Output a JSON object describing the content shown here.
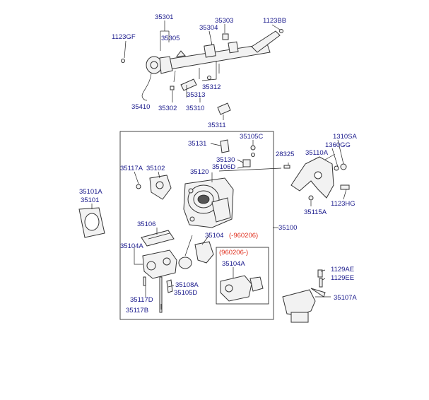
{
  "diagram": {
    "labels": {
      "p35301": "35301",
      "p35303": "35303",
      "p1123BB": "1123BB",
      "p35304": "35304",
      "p1123GF": "1123GF",
      "p35305": "35305",
      "p35312": "35312",
      "p35313": "35313",
      "p35410": "35410",
      "p35302": "35302",
      "p35310": "35310",
      "p35311": "35311",
      "p35105C": "35105C",
      "p35131": "35131",
      "p1310SA": "1310SA",
      "p1360GG": "1360GG",
      "p28325": "28325",
      "p35110A": "35110A",
      "p35130": "35130",
      "p35106D": "35106D",
      "p35117A": "35117A",
      "p35102": "35102",
      "p35120": "35120",
      "p35101A": "35101A",
      "p35101": "35101",
      "p1123HG": "1123HG",
      "p35115A": "35115A",
      "p35106": "35106",
      "p35100": "35100",
      "p35104": "35104",
      "d960206a": "(-960206)",
      "p35104A_left": "35104A",
      "d960206b": "(960206-)",
      "p35104A_box": "35104A",
      "p1129AE": "1129AE",
      "p1129EE": "1129EE",
      "p35108A": "35108A",
      "p35105D": "35105D",
      "p35107A": "35107A",
      "p35117D": "35117D",
      "p35117B": "35117B"
    },
    "colors": {
      "label": "#1a1a8c",
      "date_label": "#e0301e",
      "line": "#222222"
    }
  }
}
